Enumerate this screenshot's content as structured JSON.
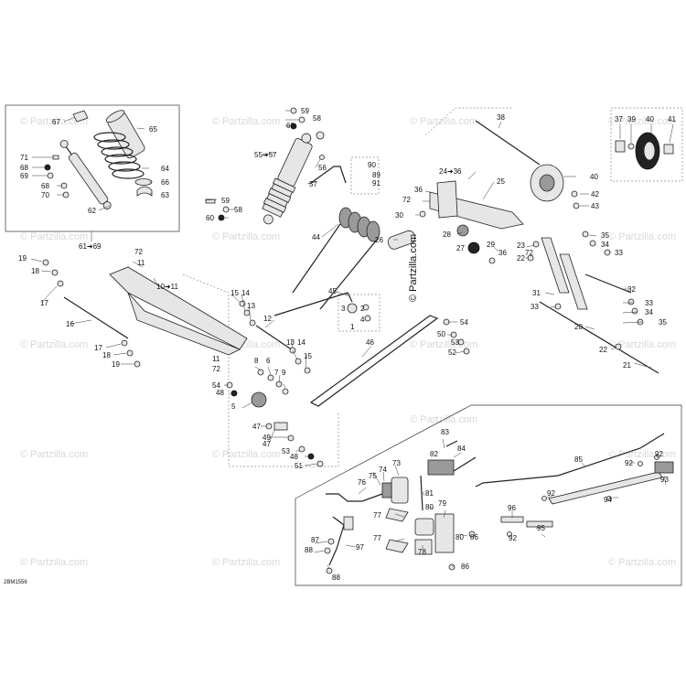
{
  "reference_code": "2BM1556",
  "watermark_main": "© Partzilla.com",
  "watermark_faint": "© Partzilla.com",
  "callouts": {
    "c67": "67",
    "c65": "65",
    "c71": "71",
    "c68a": "68",
    "c69": "69",
    "c64": "64",
    "c66": "66",
    "c68b": "68",
    "c70": "70",
    "c63": "63",
    "c62": "62",
    "c61_69": "61➜69",
    "c59a": "59",
    "c60a": "60",
    "c58a": "58",
    "c55_57": "55➜57",
    "c56": "56",
    "c90": "90",
    "c89": "89",
    "c91": "91",
    "c57": "57",
    "c59b": "59",
    "c58b": "58",
    "c60b": "60",
    "c44": "44",
    "c26": "26",
    "c38": "38",
    "c37": "37",
    "c39": "39",
    "c40a": "40",
    "c41": "41",
    "c40b": "40",
    "c24_36": "24➜36",
    "c25": "25",
    "c42": "42",
    "c43": "43",
    "c36a": "36",
    "c72a": "72",
    "c30": "30",
    "c28": "28",
    "c27": "27",
    "c36b": "36",
    "c72b": "72",
    "c29": "29",
    "c35a": "35",
    "c34a": "34",
    "c33a": "33",
    "c32": "32",
    "c33b": "33",
    "c34b": "34",
    "c35b": "35",
    "c23": "23",
    "c22a": "22",
    "c31": "31",
    "c33c": "33",
    "c20": "20",
    "c22b": "22",
    "c21": "21",
    "c72c": "72",
    "c11a": "11",
    "c10_11": "10➜11",
    "c19a": "19",
    "c18a": "18",
    "c17a": "17",
    "c16": "16",
    "c17b": "17",
    "c18b": "18",
    "c19b": "19",
    "c11b": "11",
    "c72d": "72",
    "c15a": "15",
    "c14": "14",
    "c13a": "13",
    "c12": "12",
    "c13b": "13",
    "c14b": "14",
    "c15b": "15",
    "c8": "8",
    "c6": "6",
    "c7": "7",
    "c9": "9",
    "c54a": "54",
    "c48a": "48",
    "c5": "5",
    "c47a": "47",
    "c49": "49",
    "c47b": "47",
    "c53a": "53",
    "c48b": "48",
    "c51": "51",
    "c3": "3",
    "c2": "2",
    "c4": "4",
    "c1": "1",
    "c45": "45",
    "c46": "46",
    "c54b": "54",
    "c50": "50",
    "c53b": "53",
    "c52": "52",
    "c83": "83",
    "c84": "84",
    "c82": "82",
    "c73": "73",
    "c75": "75",
    "c74": "74",
    "c76": "76",
    "c81": "81",
    "c80a": "80",
    "c79": "79",
    "c77a": "77",
    "c86a": "86",
    "c80b": "80",
    "c77b": "77",
    "c78": "78",
    "c87": "87",
    "c88a": "88",
    "c97": "97",
    "c86b": "86",
    "c88b": "88",
    "c85": "85",
    "c92a": "92",
    "c92b": "92",
    "c93": "93",
    "c94": "94",
    "c96": "96",
    "c95": "95",
    "c92c": "92",
    "c92d": "92"
  }
}
